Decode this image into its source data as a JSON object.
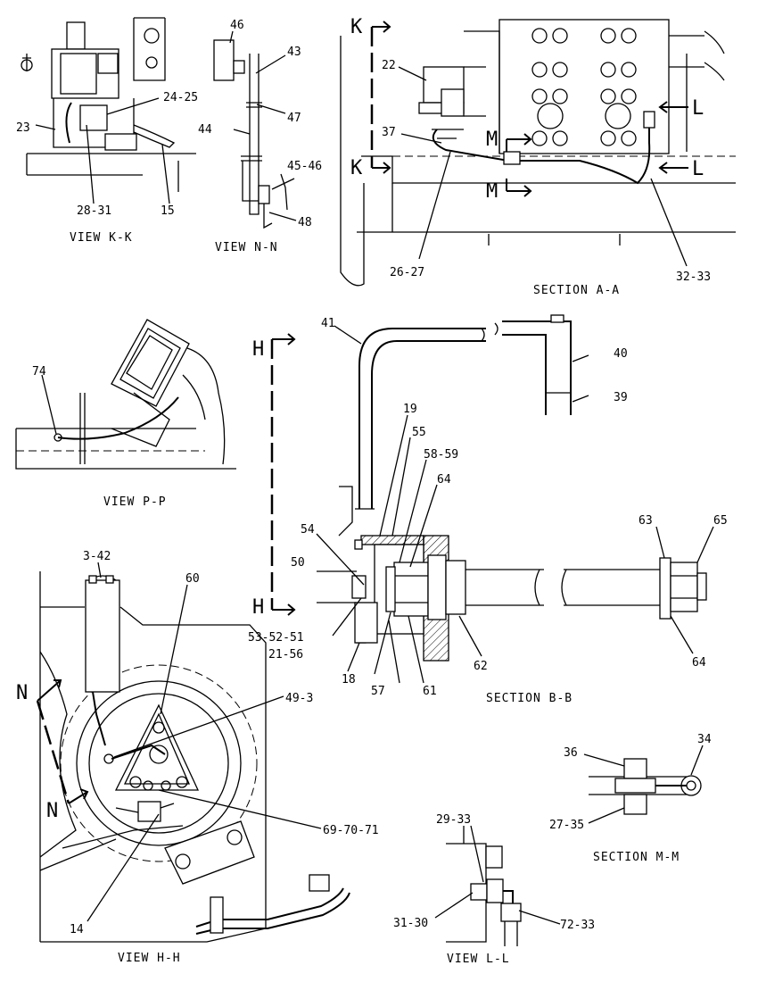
{
  "views": {
    "kk": {
      "caption": "VIEW K-K",
      "labels": [
        "23",
        "24-25",
        "28-31",
        "15"
      ]
    },
    "nn": {
      "caption": "VIEW N-N",
      "labels": [
        "46",
        "43",
        "47",
        "44",
        "45-46",
        "48"
      ]
    },
    "aa": {
      "caption": "SECTION A-A",
      "labels": [
        "22",
        "37",
        "26-27",
        "32-33"
      ],
      "markers": [
        "K",
        "K",
        "L",
        "L",
        "M",
        "M"
      ]
    },
    "pp": {
      "caption": "VIEW P-P",
      "labels": [
        "74"
      ]
    },
    "bb": {
      "caption": "SECTION B-B",
      "labels": [
        "41",
        "40",
        "39",
        "19",
        "55",
        "58-59",
        "64",
        "54",
        "50",
        "53-52-51",
        "21-56",
        "18",
        "57",
        "61",
        "62",
        "63",
        "65",
        "64"
      ],
      "markers": [
        "H",
        "H"
      ]
    },
    "hh": {
      "caption": "VIEW H-H",
      "labels": [
        "3-42",
        "60",
        "49-3",
        "69-70-71",
        "14"
      ],
      "markers": [
        "N",
        "N"
      ]
    },
    "mm": {
      "caption": "SECTION M-M",
      "labels": [
        "36",
        "34",
        "27-35"
      ]
    },
    "ll": {
      "caption": "VIEW L-L",
      "labels": [
        "29-33",
        "31-30",
        "72-33"
      ]
    }
  }
}
